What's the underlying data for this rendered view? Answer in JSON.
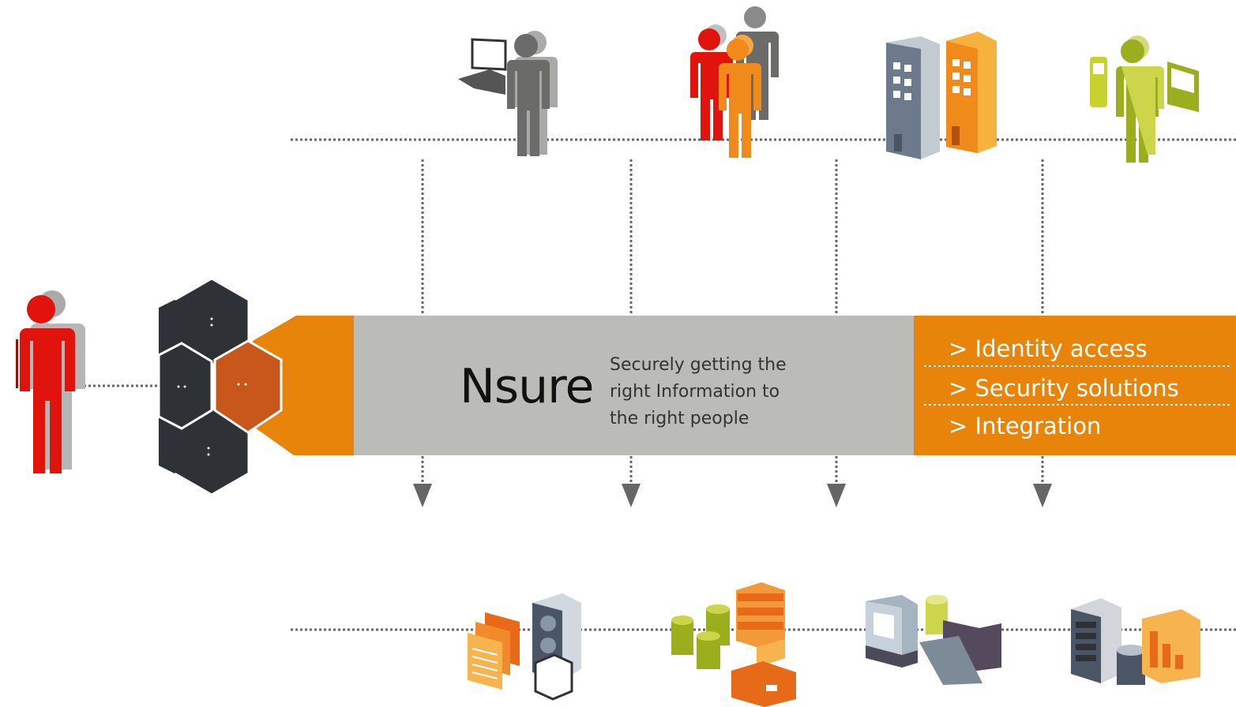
{
  "brand": {
    "name": "Nsure"
  },
  "tagline": {
    "line1": "Securely getting the",
    "line2": "right Information to",
    "line3": "the right people"
  },
  "menu": {
    "items": [
      {
        "label": "> Identity access"
      },
      {
        "label": "> Security solutions"
      },
      {
        "label": "> Integration"
      }
    ]
  },
  "colors": {
    "accent": "#e8840a",
    "grey_band": "#bbbcb7",
    "hex_dark": "#2e3236",
    "hex_rust": "#c9561a",
    "user_red": "#e0140c",
    "user_grey": "#6b6b6a",
    "user_orange": "#ef8a1b",
    "user_green": "#9aae1e"
  },
  "icons": {
    "main_user": "person-red-icon",
    "hub": "hexagon-cluster-icon",
    "top": [
      "laptop-user-icon",
      "group-users-icon",
      "office-buildings-icon",
      "mobile-user-icon"
    ],
    "bottom": [
      "documents-server-icon",
      "database-servers-icon",
      "workstation-network-icon",
      "rack-chart-icon"
    ]
  }
}
